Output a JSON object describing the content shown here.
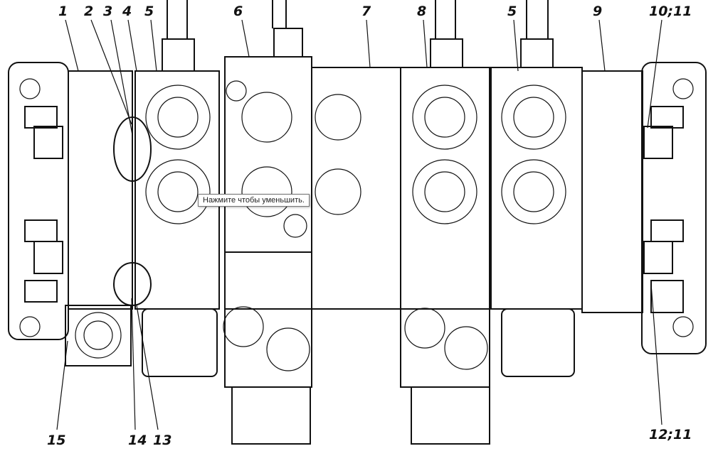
{
  "drawing": {
    "callouts_top": [
      "1",
      "2",
      "3",
      "4",
      "5",
      "6",
      "7",
      "8",
      "5",
      "9",
      "10;11"
    ],
    "callouts_bottom": [
      "15",
      "14",
      "13",
      "12;11"
    ]
  },
  "tooltip": "Нажмите чтобы уменьшить."
}
